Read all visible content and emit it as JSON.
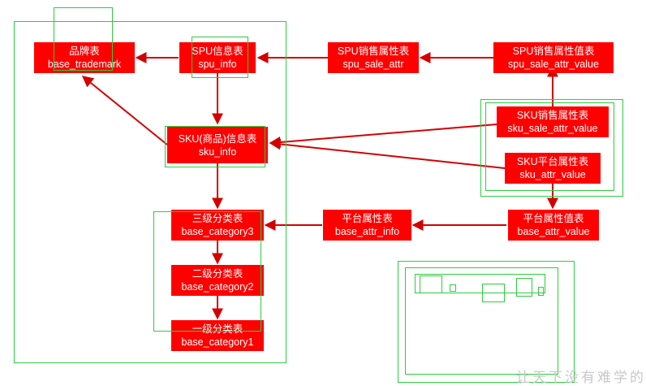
{
  "tables": {
    "trademark": {
      "title": "品牌表",
      "name": "base_trademark"
    },
    "spu_info": {
      "title": "SPU信息表",
      "name": "spu_info"
    },
    "spu_sale_attr": {
      "title": "SPU销售属性表",
      "name": "spu_sale_attr"
    },
    "spu_sale_attr_value": {
      "title": "SPU销售属性值表",
      "name": "spu_sale_attr_value"
    },
    "sku_info": {
      "title": "SKU(商品)信息表",
      "name": "sku_info"
    },
    "sku_sale_attr_value": {
      "title": "SKU销售属性表",
      "name": "sku_sale_attr_value"
    },
    "sku_attr_value": {
      "title": "SKU平台属性表",
      "name": "sku_attr_value"
    },
    "category3": {
      "title": "三级分类表",
      "name": "base_category3"
    },
    "attr_info": {
      "title": "平台属性表",
      "name": "base_attr_info"
    },
    "attr_value": {
      "title": "平台属性值表",
      "name": "base_attr_value"
    },
    "category2": {
      "title": "二级分类表",
      "name": "base_category2"
    },
    "category1": {
      "title": "一级分类表",
      "name": "base_category1"
    }
  },
  "watermark": "让天下没有难学的",
  "colors": {
    "table_fill": "#ff0000",
    "table_text": "#ffffff",
    "arrow": "#d40000",
    "annotation_box": "#2ecc40"
  }
}
